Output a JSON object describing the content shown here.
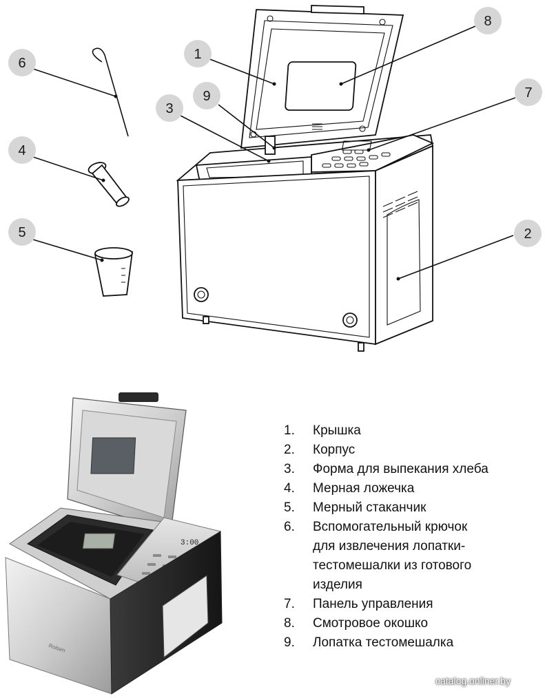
{
  "callouts": [
    "1",
    "2",
    "3",
    "4",
    "5",
    "6",
    "7",
    "8",
    "9"
  ],
  "legend": [
    {
      "num": "1.",
      "text": "Крышка"
    },
    {
      "num": "2.",
      "text": "Корпус"
    },
    {
      "num": "3.",
      "text": "Форма для выпекания хлеба"
    },
    {
      "num": "4.",
      "text": "Мерная ложечка"
    },
    {
      "num": "5.",
      "text": "Мерный стаканчик"
    },
    {
      "num": "6.",
      "text": "Вспомогательный крючок для извлечения лопатки-тестомешалки из готового изделия"
    },
    {
      "num": "7.",
      "text": "Панель управления"
    },
    {
      "num": "8.",
      "text": "Смотровое окошко"
    },
    {
      "num": "9.",
      "text": "Лопатка тестомешалка"
    }
  ],
  "display_value": "3:00",
  "brand_label": "Rolsen",
  "watermark": "catalog.onliner.by"
}
